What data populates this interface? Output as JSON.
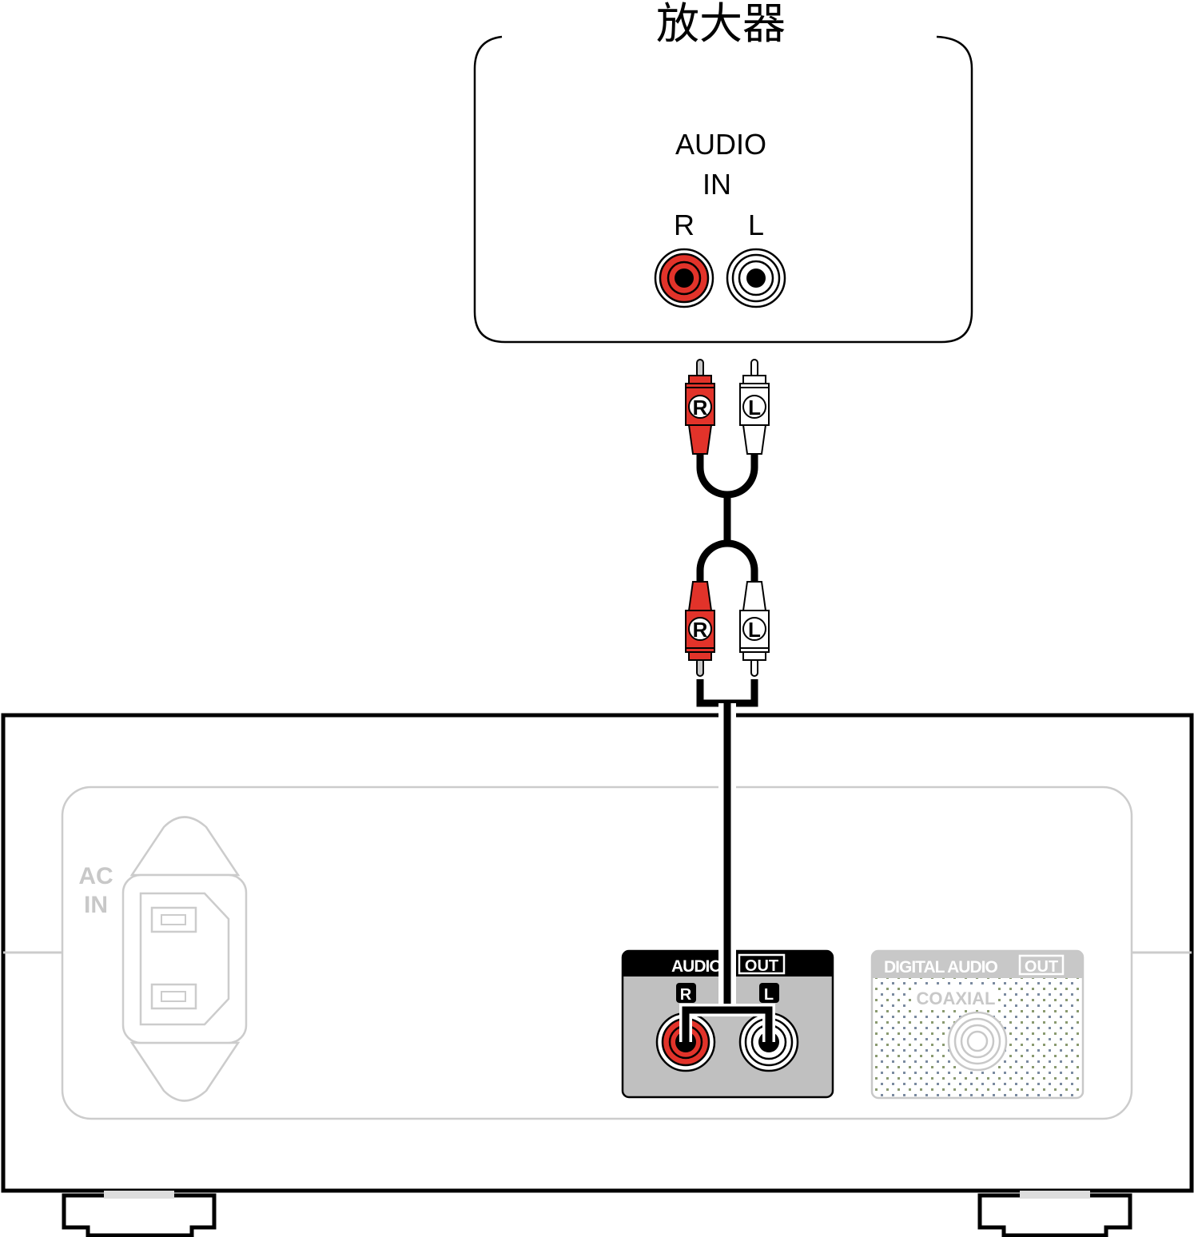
{
  "amplifier": {
    "title": "放大器",
    "input_label_line1": "AUDIO",
    "input_label_line2": "IN",
    "channel_r": "R",
    "channel_l": "L"
  },
  "cable": {
    "plug_r_label": "R",
    "plug_l_label": "L"
  },
  "device": {
    "ac_in_line1": "AC",
    "ac_in_line2": "IN",
    "audio_out_label": "AUDIO",
    "audio_out_badge": "OUT",
    "audio_out_r": "R",
    "audio_out_l": "L",
    "digital_label": "DIGITAL AUDIO",
    "digital_badge": "OUT",
    "coaxial_label": "COAXIAL"
  },
  "colors": {
    "red": "#e2332a",
    "black": "#000000",
    "panel_gray": "#c0c0c0",
    "faded_gray": "#c8c8c8"
  }
}
